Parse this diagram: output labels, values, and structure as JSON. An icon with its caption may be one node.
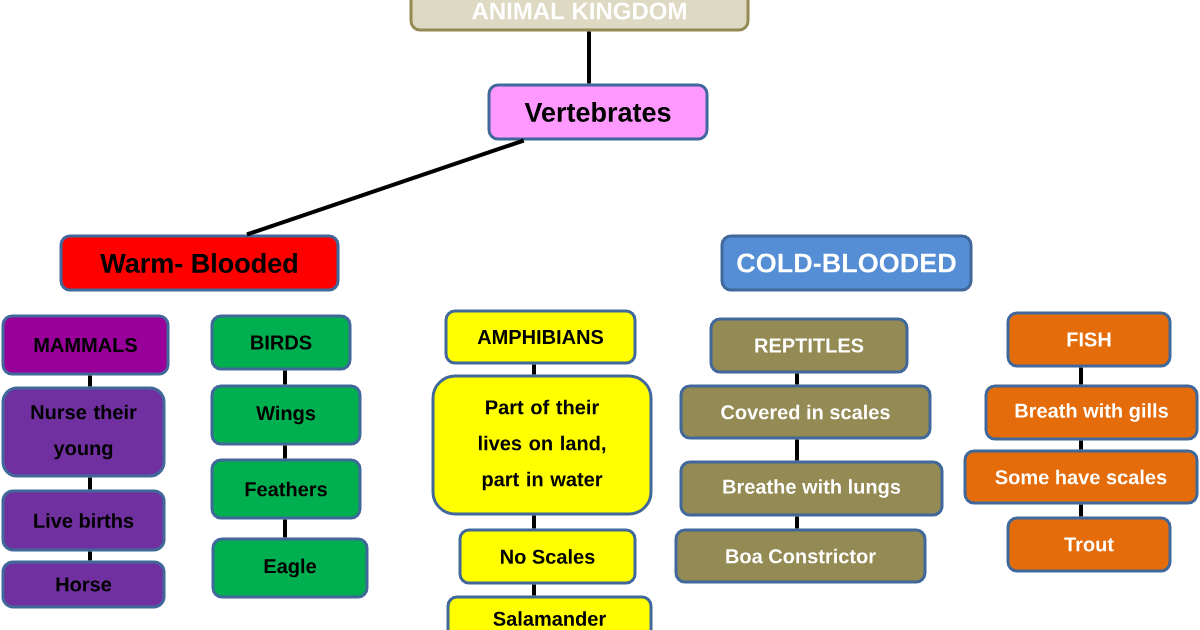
{
  "diagram": {
    "nodes": [
      {
        "text": [
          "ANIMAL KINGDOM"
        ]
      },
      {
        "text": [
          "Vertebrates"
        ]
      },
      {
        "text": [
          "Warm- Blooded"
        ]
      },
      {
        "text": [
          "COLD-BLOODED"
        ]
      },
      {
        "text": [
          "MAMMALS"
        ]
      },
      {
        "text": [
          "Nurse their young"
        ]
      },
      {
        "text": [
          "Live births"
        ]
      },
      {
        "text": [
          "Horse"
        ]
      },
      {
        "text": [
          "BIRDS"
        ]
      },
      {
        "text": [
          "Wings"
        ]
      },
      {
        "text": [
          "Feathers"
        ]
      },
      {
        "text": [
          "Eagle"
        ]
      },
      {
        "text": [
          "AMPHIBIANS"
        ]
      },
      {
        "text": [
          "Part of their lives on land, part in water"
        ]
      },
      {
        "text": [
          "No Scales"
        ]
      },
      {
        "text": [
          "Salamander"
        ]
      },
      {
        "text": [
          "REPTITLES"
        ]
      },
      {
        "text": [
          "Covered in scales"
        ]
      },
      {
        "text": [
          "Breathe with lungs"
        ]
      },
      {
        "text": [
          "Boa Constrictor"
        ]
      },
      {
        "text": [
          "FISH"
        ]
      },
      {
        "text": [
          "Breath with gills"
        ]
      },
      {
        "text": [
          "Some have scales"
        ]
      },
      {
        "text": [
          "Trout"
        ]
      }
    ],
    "edges": [
      {
        "from": 0,
        "to": 1,
        "arrow": "none"
      },
      {
        "from": 1,
        "to": 2,
        "arrow": "none"
      },
      {
        "from": 4,
        "to": 5,
        "arrow": "none"
      },
      {
        "from": 5,
        "to": 6,
        "arrow": "none"
      },
      {
        "from": 6,
        "to": 7,
        "arrow": "none"
      },
      {
        "from": 8,
        "to": 9,
        "arrow": "none"
      },
      {
        "from": 9,
        "to": 10,
        "arrow": "none"
      },
      {
        "from": 10,
        "to": 11,
        "arrow": "none"
      },
      {
        "from": 12,
        "to": 13,
        "arrow": "none"
      },
      {
        "from": 13,
        "to": 14,
        "arrow": "none"
      },
      {
        "from": 14,
        "to": 15,
        "arrow": "none"
      },
      {
        "from": 16,
        "to": 17,
        "arrow": "none"
      },
      {
        "from": 17,
        "to": 18,
        "arrow": "none"
      },
      {
        "from": 18,
        "to": 19,
        "arrow": "none"
      },
      {
        "from": 20,
        "to": 21,
        "arrow": "none"
      },
      {
        "from": 21,
        "to": 22,
        "arrow": "none"
      },
      {
        "from": 22,
        "to": 23,
        "arrow": "none"
      }
    ]
  }
}
